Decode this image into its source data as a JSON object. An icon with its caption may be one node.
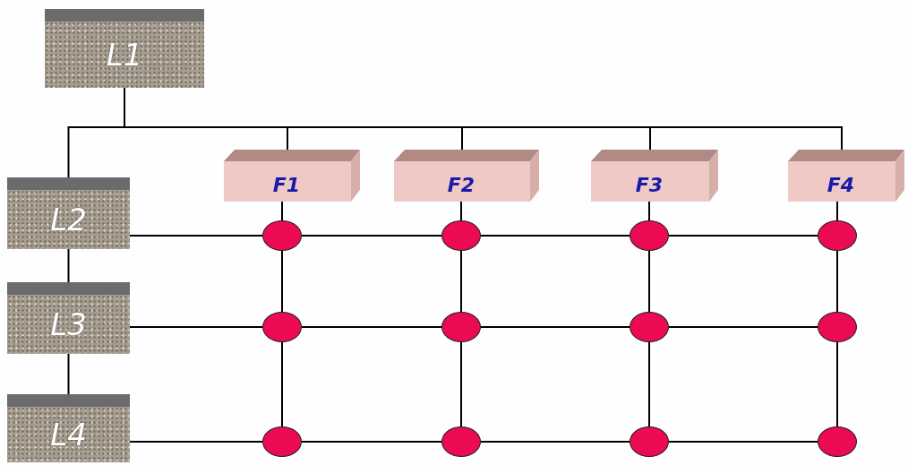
{
  "diagram": {
    "nodes": [
      {
        "text": [
          "L1"
        ]
      },
      {
        "text": [
          "L2"
        ]
      },
      {
        "text": [
          "L3"
        ]
      },
      {
        "text": [
          "L4"
        ]
      },
      {
        "text": [
          "F1"
        ]
      },
      {
        "text": [
          "F2"
        ]
      },
      {
        "text": [
          "F3"
        ]
      },
      {
        "text": [
          "F4"
        ]
      },
      {
        "text": [],
        "shape": "circle"
      },
      {
        "text": [],
        "shape": "circle"
      },
      {
        "text": [],
        "shape": "circle"
      },
      {
        "text": [],
        "shape": "circle"
      },
      {
        "text": [],
        "shape": "circle"
      },
      {
        "text": [],
        "shape": "circle"
      },
      {
        "text": [],
        "shape": "circle"
      },
      {
        "text": [],
        "shape": "circle"
      },
      {
        "text": [],
        "shape": "circle"
      },
      {
        "text": [],
        "shape": "circle"
      },
      {
        "text": [],
        "shape": "circle"
      },
      {
        "text": [],
        "shape": "circle"
      }
    ],
    "edges": [
      {
        "from": 0,
        "to": 1,
        "arrow": "none"
      },
      {
        "from": 0,
        "to": 4,
        "arrow": "none"
      },
      {
        "from": 0,
        "to": 5,
        "arrow": "none"
      },
      {
        "from": 0,
        "to": 6,
        "arrow": "none"
      },
      {
        "from": 0,
        "to": 7,
        "arrow": "none"
      },
      {
        "from": 1,
        "to": 2,
        "arrow": "none"
      },
      {
        "from": 2,
        "to": 3,
        "arrow": "none"
      },
      {
        "from": 1,
        "to": 8,
        "arrow": "none"
      },
      {
        "from": 8,
        "to": 9,
        "arrow": "none"
      },
      {
        "from": 9,
        "to": 10,
        "arrow": "none"
      },
      {
        "from": 10,
        "to": 11,
        "arrow": "none"
      },
      {
        "from": 2,
        "to": 12,
        "arrow": "none"
      },
      {
        "from": 12,
        "to": 13,
        "arrow": "none"
      },
      {
        "from": 13,
        "to": 14,
        "arrow": "none"
      },
      {
        "from": 14,
        "to": 15,
        "arrow": "none"
      },
      {
        "from": 3,
        "to": 16,
        "arrow": "none"
      },
      {
        "from": 16,
        "to": 17,
        "arrow": "none"
      },
      {
        "from": 17,
        "to": 18,
        "arrow": "none"
      },
      {
        "from": 18,
        "to": 19,
        "arrow": "none"
      },
      {
        "from": 4,
        "to": 8,
        "arrow": "none"
      },
      {
        "from": 8,
        "to": 12,
        "arrow": "none"
      },
      {
        "from": 12,
        "to": 16,
        "arrow": "none"
      },
      {
        "from": 5,
        "to": 9,
        "arrow": "none"
      },
      {
        "from": 9,
        "to": 13,
        "arrow": "none"
      },
      {
        "from": 13,
        "to": 17,
        "arrow": "none"
      },
      {
        "from": 6,
        "to": 10,
        "arrow": "none"
      },
      {
        "from": 10,
        "to": 14,
        "arrow": "none"
      },
      {
        "from": 14,
        "to": 18,
        "arrow": "none"
      },
      {
        "from": 7,
        "to": 11,
        "arrow": "none"
      },
      {
        "from": 11,
        "to": 15,
        "arrow": "none"
      },
      {
        "from": 15,
        "to": 19,
        "arrow": "none"
      }
    ]
  }
}
